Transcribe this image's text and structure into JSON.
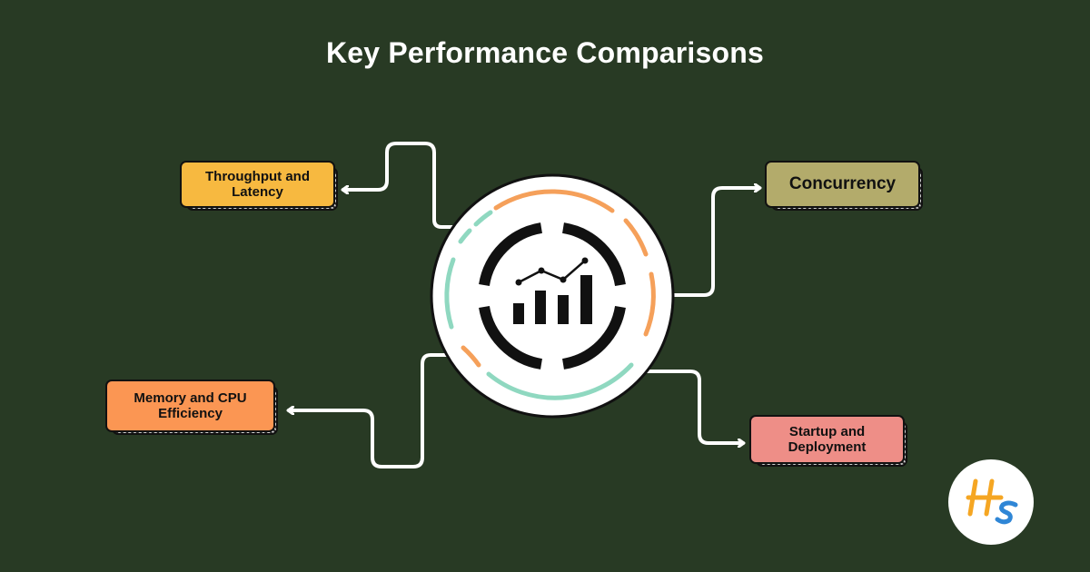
{
  "title": "Key Performance Comparisons",
  "nodes": {
    "throughput": "Throughput and Latency",
    "concurrency": "Concurrency",
    "memory": "Memory and CPU Efficiency",
    "startup": "Startup and Deployment"
  },
  "center_icon": "chart-analytics-icon",
  "logo_icon": "hs-logo-icon",
  "colors": {
    "background": "#283a24",
    "throughput": "#f7b940",
    "concurrency": "#b3ab6b",
    "memory": "#fb9653",
    "startup": "#ee8e87",
    "ring_orange": "#f5a05a",
    "ring_teal": "#8fd8c0",
    "logo_orange": "#f5a623",
    "logo_blue": "#2f86d6"
  }
}
